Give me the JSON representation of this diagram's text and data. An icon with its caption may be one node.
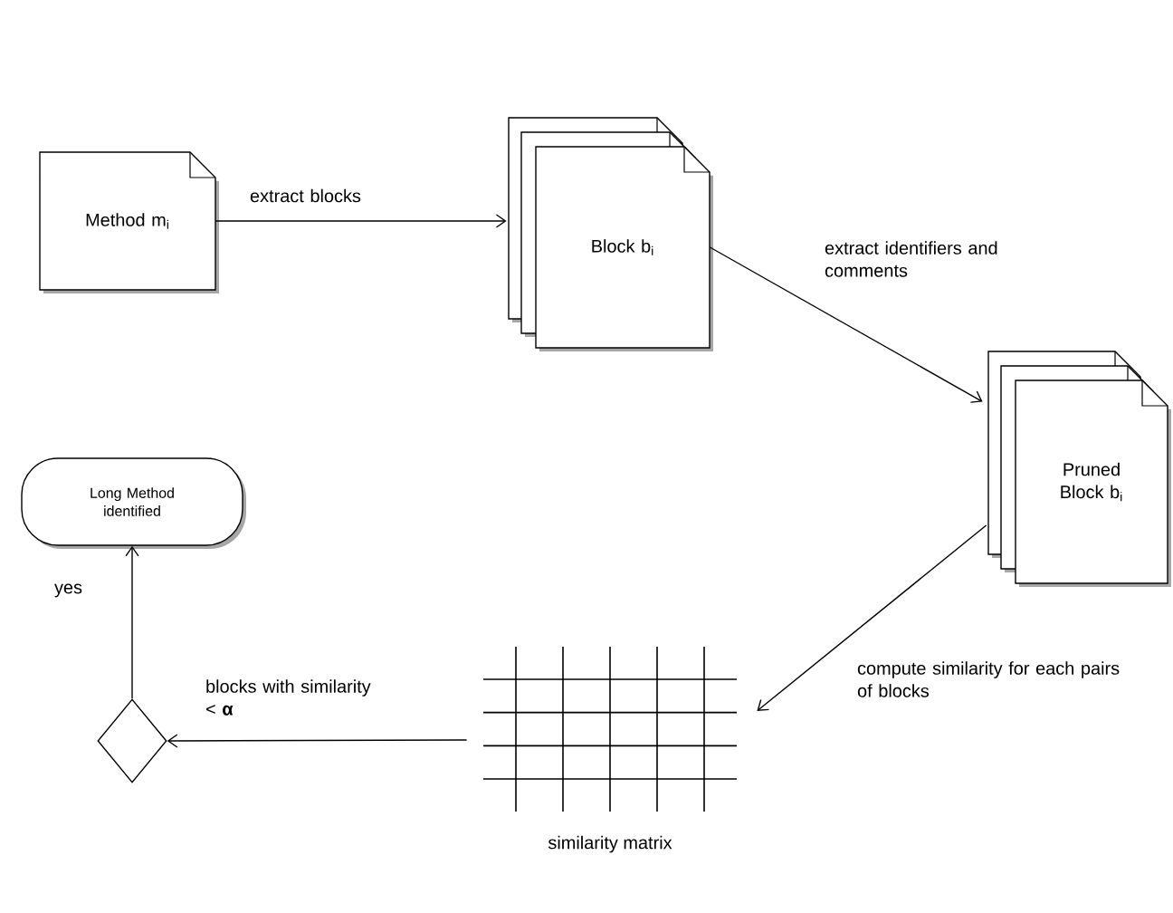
{
  "diagram": {
    "nodes": [
      {
        "text": [
          "Method m$_{i}$"
        ]
      },
      {
        "text": [
          "Block b$_{i}$"
        ]
      },
      {
        "text": [
          "Pruned Block b$_{i}$"
        ]
      },
      {
        "text": [],
        "shape": "grid",
        "beside": [
          "similarity matrix"
        ]
      },
      {
        "text": [],
        "shape": "diamond"
      },
      {
        "text": [
          "Long Method identified"
        ]
      }
    ],
    "edges": [
      {
        "from": 0,
        "to": 1,
        "arrow": "to",
        "label": "extract blocks"
      },
      {
        "from": 1,
        "to": 2,
        "arrow": "to",
        "label": "extract identifiers and comments"
      },
      {
        "from": 2,
        "to": 3,
        "arrow": "to",
        "label": "compute similarity for each pairs of blocks"
      },
      {
        "from": 3,
        "to": 4,
        "arrow": "to",
        "label": "blocks with similarity < **α**"
      },
      {
        "from": 4,
        "to": 5,
        "arrow": "to",
        "label": "yes"
      }
    ]
  }
}
